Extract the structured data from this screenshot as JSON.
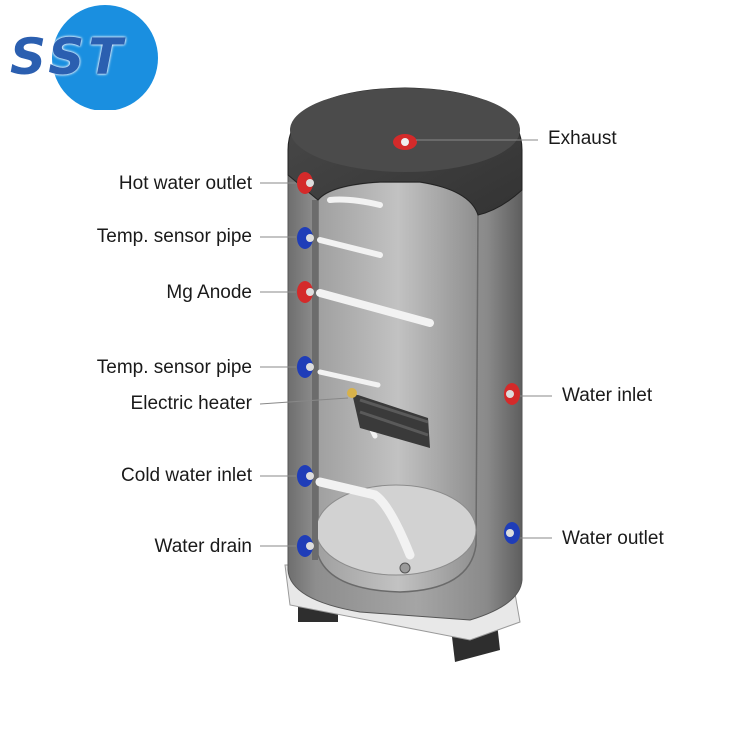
{
  "logo": {
    "text": "SST",
    "circle_color": "#1a8fe0",
    "text_color": "#2b5fb0"
  },
  "colors": {
    "hot_port": "#d42a2a",
    "cold_port": "#1f3db8",
    "tank_body": "#8a8a8a",
    "tank_top": "#3e3e3e",
    "leader": "#888888"
  },
  "labels": {
    "exhaust": "Exhaust",
    "hot_water_outlet": "Hot water outlet",
    "temp_sensor_pipe_1": "Temp. sensor pipe",
    "mg_anode": "Mg Anode",
    "temp_sensor_pipe_2": "Temp. sensor pipe",
    "electric_heater": "Electric heater",
    "cold_water_inlet": "Cold water inlet",
    "water_drain": "Water drain",
    "water_inlet": "Water inlet",
    "water_outlet": "Water outlet"
  }
}
